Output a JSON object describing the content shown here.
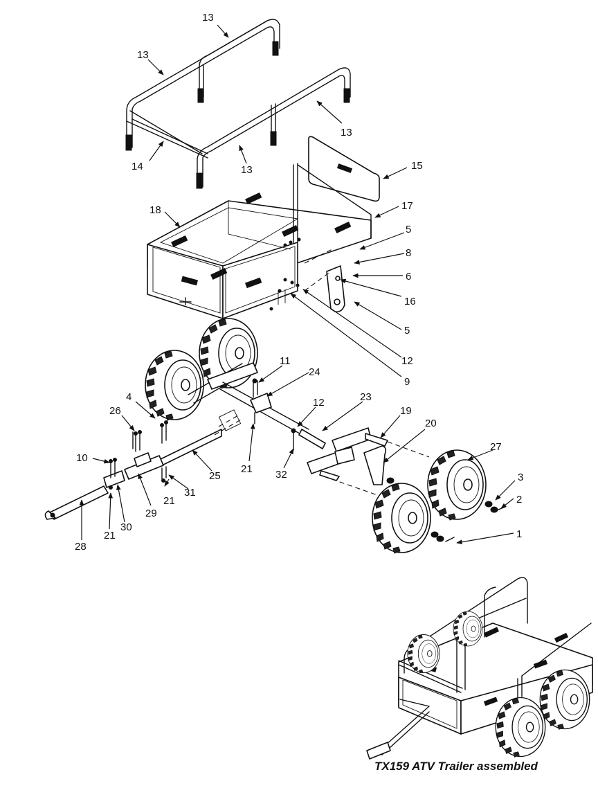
{
  "diagram": {
    "caption": "TX159 ATV Trailer assembled",
    "callouts": [
      {
        "id": "c13a",
        "label": "13"
      },
      {
        "id": "c13b",
        "label": "13"
      },
      {
        "id": "c13c",
        "label": "13"
      },
      {
        "id": "c13d",
        "label": "13"
      },
      {
        "id": "c14",
        "label": "14"
      },
      {
        "id": "c15",
        "label": "15"
      },
      {
        "id": "c17",
        "label": "17"
      },
      {
        "id": "c18",
        "label": "18"
      },
      {
        "id": "c5a",
        "label": "5"
      },
      {
        "id": "c8",
        "label": "8"
      },
      {
        "id": "c6",
        "label": "6"
      },
      {
        "id": "c16",
        "label": "16"
      },
      {
        "id": "c5b",
        "label": "5"
      },
      {
        "id": "c12a",
        "label": "12"
      },
      {
        "id": "c9",
        "label": "9"
      },
      {
        "id": "c11",
        "label": "11"
      },
      {
        "id": "c24",
        "label": "24"
      },
      {
        "id": "c12b",
        "label": "12"
      },
      {
        "id": "c23",
        "label": "23"
      },
      {
        "id": "c19",
        "label": "19"
      },
      {
        "id": "c20",
        "label": "20"
      },
      {
        "id": "c27",
        "label": "27"
      },
      {
        "id": "c4",
        "label": "4"
      },
      {
        "id": "c26",
        "label": "26"
      },
      {
        "id": "c10",
        "label": "10"
      },
      {
        "id": "c3",
        "label": "3"
      },
      {
        "id": "c2",
        "label": "2"
      },
      {
        "id": "c1",
        "label": "1"
      },
      {
        "id": "c25",
        "label": "25"
      },
      {
        "id": "c21a",
        "label": "21"
      },
      {
        "id": "c32",
        "label": "32"
      },
      {
        "id": "c21b",
        "label": "21"
      },
      {
        "id": "c31",
        "label": "31"
      },
      {
        "id": "c29",
        "label": "29"
      },
      {
        "id": "c30",
        "label": "30"
      },
      {
        "id": "c21c",
        "label": "21"
      },
      {
        "id": "c28",
        "label": "28"
      }
    ]
  }
}
